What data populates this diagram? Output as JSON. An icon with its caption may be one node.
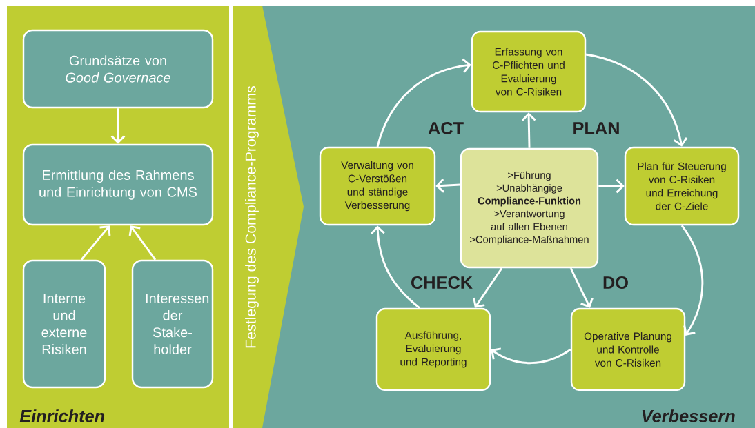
{
  "diagram": {
    "nodes": [
      {
        "text": [
          "Einrichten"
        ]
      },
      {
        "text": [
          "Grundsätze von *Good Governace*"
        ],
        "in": 0
      },
      {
        "text": [
          "Ermittlung des Rahmens und Einrichtung von CMS"
        ],
        "in": 0
      },
      {
        "text": [
          "Interne und externe Risiken"
        ],
        "in": 0
      },
      {
        "text": [
          "Interessen der Stake-holder"
        ],
        "in": 0
      },
      {
        "text": [
          "Festlegung des Compliance-Programms"
        ]
      },
      {
        "text": [
          "Verbessern"
        ]
      },
      {
        "text": [
          "Erfassung von C-Pflichten und Evaluierung von C-Risiken"
        ],
        "in": 6
      },
      {
        "text": [
          "Plan für Steuerung von C-Risiken und Erreichung der C-Ziele"
        ],
        "in": 6
      },
      {
        "text": [
          "Operative Planung und Kontrolle von C-Risiken"
        ],
        "in": 6
      },
      {
        "text": [
          "Ausführung, Evaluierung und Reporting"
        ],
        "in": 6
      },
      {
        "text": [
          "Verwaltung von C-Verstößen und ständige Verbesserung"
        ],
        "in": 6
      },
      {
        "text": [
          ">Führung",
          ">Unabhängige **Compliance-Funktion**",
          ">Verantwortung auf allen Ebenen",
          ">Compliance-Maßnahmen"
        ],
        "in": 6
      }
    ],
    "edges": [
      {
        "from": 1,
        "to": 2,
        "arrow": "to"
      },
      {
        "from": 3,
        "to": 2,
        "arrow": "to"
      },
      {
        "from": 4,
        "to": 2,
        "arrow": "to"
      },
      {
        "from": 7,
        "to": 8,
        "arrow": "to"
      },
      {
        "from": 8,
        "to": 9,
        "arrow": "to"
      },
      {
        "from": 9,
        "to": 10,
        "arrow": "to"
      },
      {
        "from": 10,
        "to": 11,
        "arrow": "to"
      },
      {
        "from": 11,
        "to": 7,
        "arrow": "to"
      },
      {
        "from": 12,
        "to": 7,
        "arrow": "to"
      },
      {
        "from": 12,
        "to": 8,
        "arrow": "to"
      },
      {
        "from": 12,
        "to": 9,
        "arrow": "to"
      },
      {
        "from": 12,
        "to": 10,
        "arrow": "to"
      },
      {
        "from": 12,
        "to": 11,
        "arrow": "to"
      }
    ],
    "labels": [
      "ACT",
      "PLAN",
      "CHECK",
      "DO"
    ]
  }
}
